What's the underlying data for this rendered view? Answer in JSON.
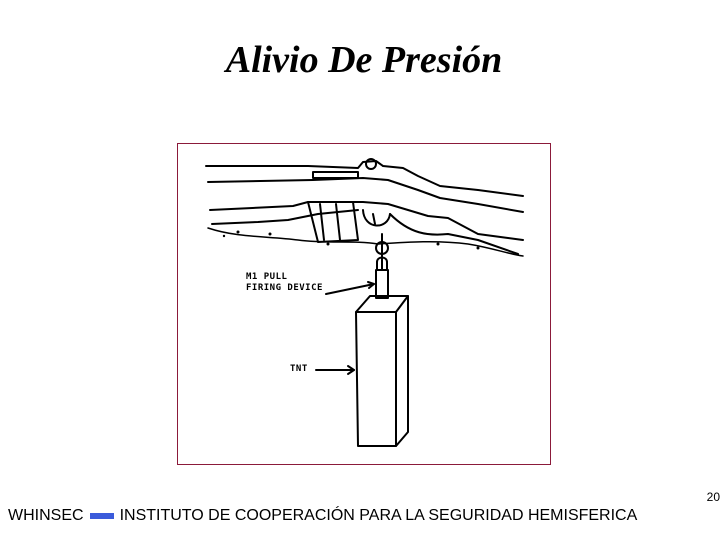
{
  "slide": {
    "title": "Alivio De Presión",
    "page_number": "20"
  },
  "figure": {
    "label_device_line1": "M1 PULL",
    "label_device_line2": "FIRING DEVICE",
    "label_tnt": "TNT"
  },
  "footer": {
    "org_short": "WHINSEC",
    "org_full": "INSTITUTO DE COOPERACIÓN PARA LA SEGURIDAD HEMISFERICA",
    "bar_color": "#3b5bdb"
  }
}
